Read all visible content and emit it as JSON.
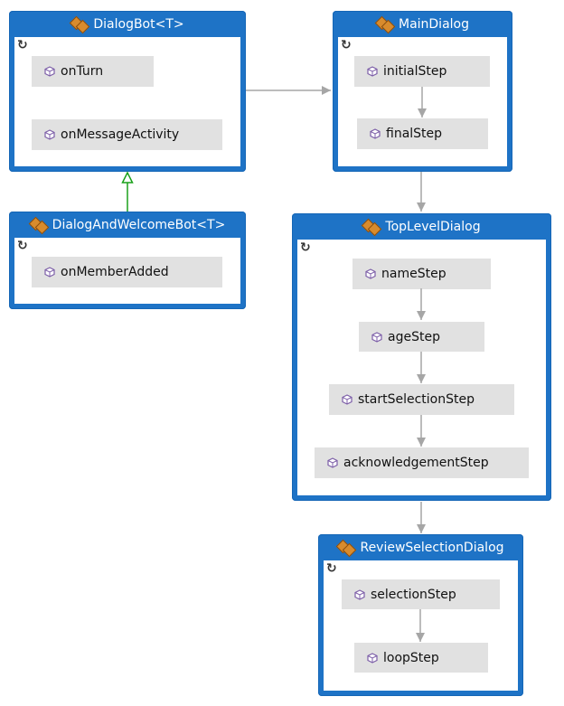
{
  "classes": {
    "dialog_bot": {
      "title": "DialogBot<T>",
      "members": [
        "onTurn",
        "onMessageActivity"
      ]
    },
    "dialog_and_welcome_bot": {
      "title": "DialogAndWelcomeBot<T>",
      "members": [
        "onMemberAdded"
      ]
    },
    "main_dialog": {
      "title": "MainDialog",
      "members": [
        "initialStep",
        "finalStep"
      ]
    },
    "top_level_dialog": {
      "title": "TopLevelDialog",
      "members": [
        "nameStep",
        "ageStep",
        "startSelectionStep",
        "acknowledgementStep"
      ]
    },
    "review_selection_dialog": {
      "title": "ReviewSelectionDialog",
      "members": [
        "selectionStep",
        "loopStep"
      ]
    }
  },
  "icons": {
    "class": "class-icon",
    "method": "method-icon",
    "collapse": "collapse-icon"
  },
  "colors": {
    "box_border": "#1e73c6",
    "member_fill": "#e1e1e1",
    "method_icon": "#7d5fa8",
    "class_icon": "#d88b2d",
    "arrow": "#a6a6a6",
    "inheritance_arrow": "#1aa01a"
  }
}
